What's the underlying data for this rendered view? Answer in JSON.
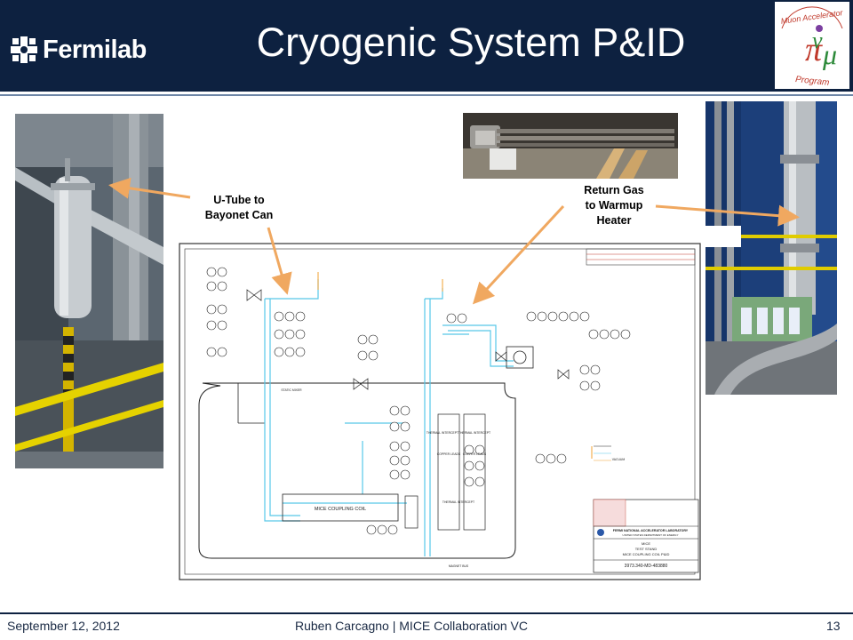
{
  "header": {
    "brand": "Fermilab",
    "title": "Cryogenic System P&ID",
    "program_logo_icon": "muon-accelerator-program-logo"
  },
  "callouts": {
    "utube": [
      "U-Tube to",
      "Bayonet Can"
    ],
    "return_gas": [
      "Return Gas",
      "to Warmup",
      "Heater"
    ]
  },
  "pid_drawing": {
    "main_label": "MICE COUPLING COIL",
    "title_block": [
      "MICE",
      "TEST STAND",
      "MICE COUPLING COIL P&ID"
    ],
    "lab_name": "FERMI NATIONAL ACCELERATOR LABORATORY",
    "dept": "UNITED STATES DEPARTMENT OF ENERGY",
    "drawing_number": "3973.340-MD-483880",
    "labels": [
      "COPPER LEADS",
      "COPPER LEADS",
      "THERMAL INTERCEPT",
      "THERMAL INTERCEPT",
      "THERMAL INTERCEPT",
      "MAGNET BUS",
      "STATIC MIXER",
      "VACUUM"
    ]
  },
  "footer": {
    "date": "September 12, 2012",
    "presenter": "Ruben Carcagno | MICE Collaboration VC",
    "page": "13"
  },
  "colors": {
    "header_bg": "#0d2140",
    "arrow": "#f0a860",
    "pipe": "#58c8e8"
  }
}
